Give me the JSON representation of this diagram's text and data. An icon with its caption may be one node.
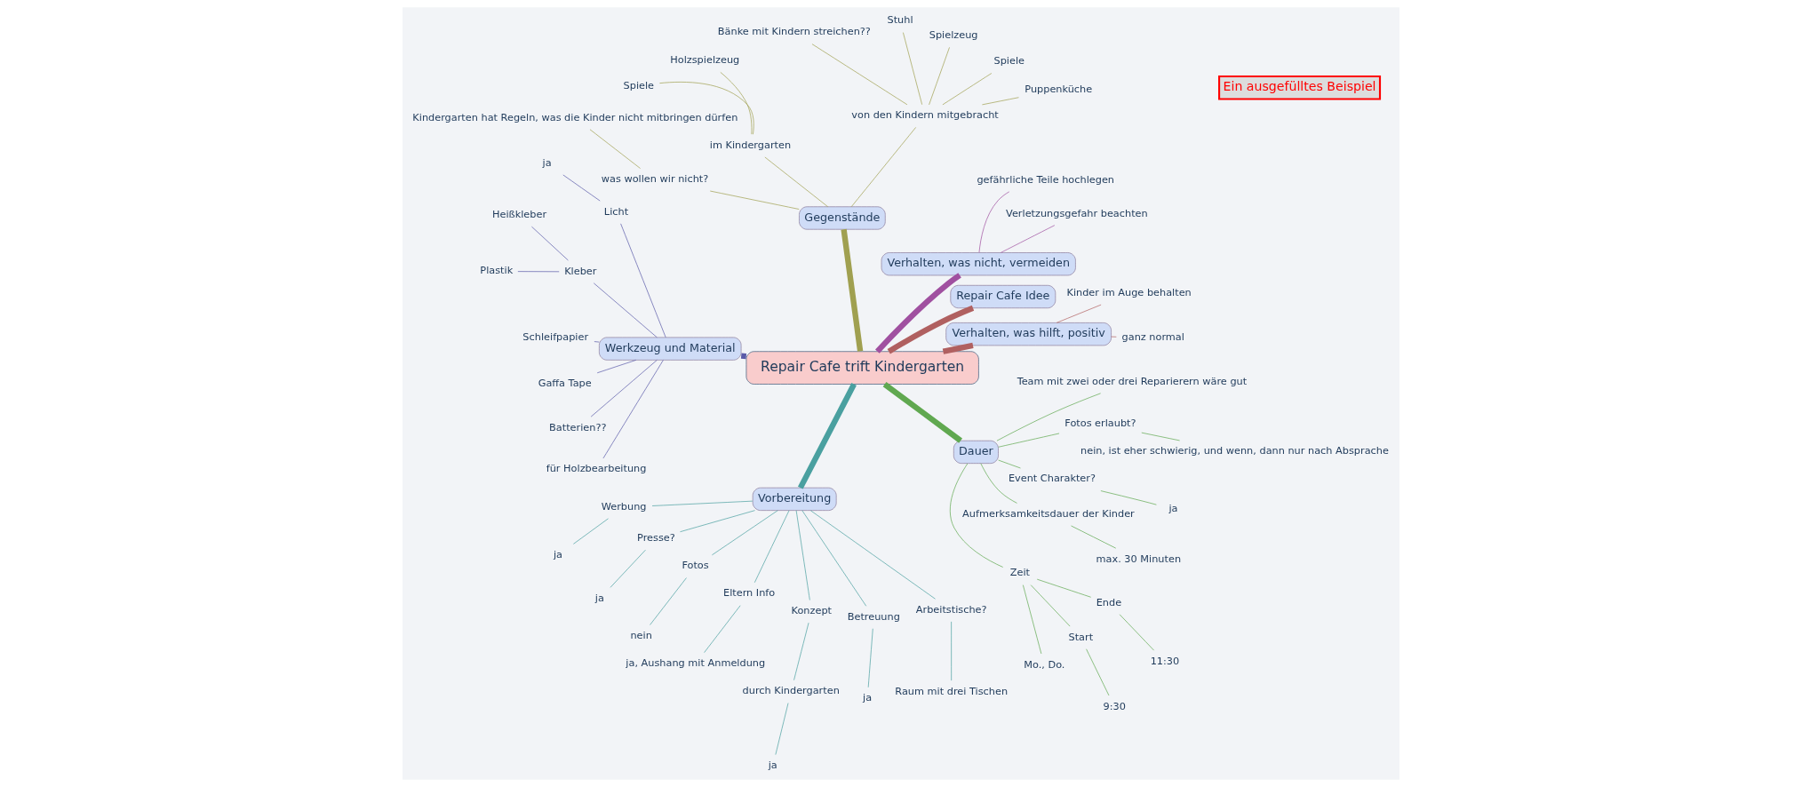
{
  "diagram": {
    "nodes": [
      {
        "text": [
          "Repair Cafe trift Kindergarten"
        ]
      },
      {
        "text": [
          "Verhalten, was hilft, positiv"
        ]
      },
      {
        "text": [
          "ganz normal"
        ]
      },
      {
        "text": [
          "Kinder im Auge behalten"
        ]
      },
      {
        "text": [
          "Repair Cafe Idee"
        ]
      },
      {
        "text": [
          "Verhalten, was nicht, vermeiden"
        ]
      },
      {
        "text": [
          "Verletzungsgefahr beachten"
        ]
      },
      {
        "text": [
          "gefährliche Teile hochlegen"
        ]
      },
      {
        "text": [
          "Gegenstände"
        ]
      },
      {
        "text": [
          "von den Kindern mitgebracht"
        ]
      },
      {
        "text": [
          "Puppenküche"
        ]
      },
      {
        "text": [
          "Spiele"
        ]
      },
      {
        "text": [
          "Spielzeug"
        ]
      },
      {
        "text": [
          "Stuhl"
        ]
      },
      {
        "text": [
          "Bänke mit Kindern streichen??"
        ]
      },
      {
        "text": [
          "im Kindergarten"
        ]
      },
      {
        "text": [
          "Holzspielzeug"
        ]
      },
      {
        "text": [
          "Spiele"
        ]
      },
      {
        "text": [
          "was wollen wir nicht?"
        ]
      },
      {
        "text": [
          "Kindergarten hat Regeln, was die Kinder nicht mitbringen dürfen"
        ]
      },
      {
        "text": [
          "Werkzeug und Material"
        ]
      },
      {
        "text": [
          "Licht"
        ]
      },
      {
        "text": [
          "ja"
        ]
      },
      {
        "text": [
          "Kleber"
        ]
      },
      {
        "text": [
          "Heißkleber"
        ]
      },
      {
        "text": [
          "Plastik"
        ]
      },
      {
        "text": [
          "Schleifpapier"
        ]
      },
      {
        "text": [
          "Gaffa Tape"
        ]
      },
      {
        "text": [
          "Batterien??"
        ]
      },
      {
        "text": [
          "für Holzbearbeitung"
        ]
      },
      {
        "text": [
          "Vorbereitung"
        ]
      },
      {
        "text": [
          "Werbung"
        ]
      },
      {
        "text": [
          "ja"
        ]
      },
      {
        "text": [
          "Presse?"
        ]
      },
      {
        "text": [
          "ja"
        ]
      },
      {
        "text": [
          "Fotos"
        ]
      },
      {
        "text": [
          "nein"
        ]
      },
      {
        "text": [
          "Eltern Info"
        ]
      },
      {
        "text": [
          "ja, Aushang mit Anmeldung"
        ]
      },
      {
        "text": [
          "Konzept"
        ]
      },
      {
        "text": [
          "durch Kindergarten"
        ]
      },
      {
        "text": [
          "ja"
        ]
      },
      {
        "text": [
          "Betreuung"
        ]
      },
      {
        "text": [
          "ja"
        ]
      },
      {
        "text": [
          "Arbeitstische?"
        ]
      },
      {
        "text": [
          "Raum mit drei Tischen"
        ]
      },
      {
        "text": [
          "Dauer"
        ]
      },
      {
        "text": [
          "Zeit"
        ]
      },
      {
        "text": [
          "Mo., Do."
        ]
      },
      {
        "text": [
          "Start"
        ]
      },
      {
        "text": [
          "9:30"
        ]
      },
      {
        "text": [
          "Ende"
        ]
      },
      {
        "text": [
          "11:30"
        ]
      },
      {
        "text": [
          "Aufmerksamkeitsdauer der Kinder"
        ]
      },
      {
        "text": [
          "max. 30 Minuten"
        ]
      },
      {
        "text": [
          "Event Charakter?"
        ]
      },
      {
        "text": [
          "ja"
        ]
      },
      {
        "text": [
          "Fotos erlaubt?"
        ]
      },
      {
        "text": [
          "nein, ist eher schwierig, und wenn, dann nur nach Absprache"
        ]
      },
      {
        "text": [
          "Team mit zwei oder drei Reparierern wäre gut"
        ]
      }
    ],
    "edges": [
      {
        "from": 0,
        "to": 1,
        "arrow": "none",
        "style": "thick",
        "color": "#b06060"
      },
      {
        "from": 1,
        "to": 2,
        "arrow": "none",
        "color": "#b06060"
      },
      {
        "from": 1,
        "to": 3,
        "arrow": "none",
        "color": "#b06060"
      },
      {
        "from": 0,
        "to": 4,
        "arrow": "none",
        "style": "thick",
        "color": "#b06060"
      },
      {
        "from": 0,
        "to": 5,
        "arrow": "none",
        "style": "thick",
        "color": "#a050a0"
      },
      {
        "from": 5,
        "to": 6,
        "arrow": "none",
        "color": "#a050a0"
      },
      {
        "from": 5,
        "to": 7,
        "arrow": "none",
        "color": "#a050a0"
      },
      {
        "from": 0,
        "to": 8,
        "arrow": "none",
        "style": "thick",
        "color": "#a0a050"
      },
      {
        "from": 8,
        "to": 9,
        "arrow": "none",
        "color": "#a0a050"
      },
      {
        "from": 9,
        "to": 10,
        "arrow": "none",
        "color": "#a0a050"
      },
      {
        "from": 9,
        "to": 11,
        "arrow": "none",
        "color": "#a0a050"
      },
      {
        "from": 9,
        "to": 12,
        "arrow": "none",
        "color": "#a0a050"
      },
      {
        "from": 9,
        "to": 13,
        "arrow": "none",
        "color": "#a0a050"
      },
      {
        "from": 9,
        "to": 14,
        "arrow": "none",
        "color": "#a0a050"
      },
      {
        "from": 8,
        "to": 15,
        "arrow": "none",
        "color": "#a0a050"
      },
      {
        "from": 15,
        "to": 16,
        "arrow": "none",
        "color": "#a0a050"
      },
      {
        "from": 15,
        "to": 17,
        "arrow": "none",
        "color": "#a0a050"
      },
      {
        "from": 8,
        "to": 18,
        "arrow": "none",
        "color": "#a0a050"
      },
      {
        "from": 18,
        "to": 19,
        "arrow": "none",
        "color": "#a0a050"
      },
      {
        "from": 0,
        "to": 20,
        "arrow": "none",
        "style": "thick",
        "color": "#5a5aa8"
      },
      {
        "from": 20,
        "to": 21,
        "arrow": "none",
        "color": "#5a5aa8"
      },
      {
        "from": 21,
        "to": 22,
        "arrow": "none",
        "color": "#5a5aa8"
      },
      {
        "from": 20,
        "to": 23,
        "arrow": "none",
        "color": "#5a5aa8"
      },
      {
        "from": 23,
        "to": 24,
        "arrow": "none",
        "color": "#5a5aa8"
      },
      {
        "from": 23,
        "to": 25,
        "arrow": "none",
        "color": "#5a5aa8"
      },
      {
        "from": 20,
        "to": 26,
        "arrow": "none",
        "color": "#5a5aa8"
      },
      {
        "from": 20,
        "to": 27,
        "arrow": "none",
        "color": "#5a5aa8"
      },
      {
        "from": 20,
        "to": 28,
        "arrow": "none",
        "color": "#5a5aa8"
      },
      {
        "from": 20,
        "to": 29,
        "arrow": "none",
        "color": "#5a5aa8"
      },
      {
        "from": 0,
        "to": 30,
        "arrow": "none",
        "style": "thick",
        "color": "#4aa0a0"
      },
      {
        "from": 30,
        "to": 31,
        "arrow": "none",
        "color": "#4aa0a0"
      },
      {
        "from": 31,
        "to": 32,
        "arrow": "none",
        "color": "#4aa0a0"
      },
      {
        "from": 30,
        "to": 33,
        "arrow": "none",
        "color": "#4aa0a0"
      },
      {
        "from": 33,
        "to": 34,
        "arrow": "none",
        "color": "#4aa0a0"
      },
      {
        "from": 30,
        "to": 35,
        "arrow": "none",
        "color": "#4aa0a0"
      },
      {
        "from": 35,
        "to": 36,
        "arrow": "none",
        "color": "#4aa0a0"
      },
      {
        "from": 30,
        "to": 37,
        "arrow": "none",
        "color": "#4aa0a0"
      },
      {
        "from": 37,
        "to": 38,
        "arrow": "none",
        "color": "#4aa0a0"
      },
      {
        "from": 30,
        "to": 39,
        "arrow": "none",
        "color": "#4aa0a0"
      },
      {
        "from": 39,
        "to": 40,
        "arrow": "none",
        "color": "#4aa0a0"
      },
      {
        "from": 40,
        "to": 41,
        "arrow": "none",
        "color": "#4aa0a0"
      },
      {
        "from": 30,
        "to": 42,
        "arrow": "none",
        "color": "#4aa0a0"
      },
      {
        "from": 42,
        "to": 43,
        "arrow": "none",
        "color": "#4aa0a0"
      },
      {
        "from": 30,
        "to": 44,
        "arrow": "none",
        "color": "#4aa0a0"
      },
      {
        "from": 44,
        "to": 45,
        "arrow": "none",
        "color": "#4aa0a0"
      },
      {
        "from": 0,
        "to": 46,
        "arrow": "none",
        "style": "thick",
        "color": "#60a850"
      },
      {
        "from": 46,
        "to": 47,
        "arrow": "none",
        "color": "#60a850"
      },
      {
        "from": 47,
        "to": 48,
        "arrow": "none",
        "color": "#60a850"
      },
      {
        "from": 47,
        "to": 49,
        "arrow": "none",
        "color": "#60a850"
      },
      {
        "from": 49,
        "to": 50,
        "arrow": "none",
        "color": "#60a850"
      },
      {
        "from": 47,
        "to": 51,
        "arrow": "none",
        "color": "#60a850"
      },
      {
        "from": 51,
        "to": 52,
        "arrow": "none",
        "color": "#60a850"
      },
      {
        "from": 46,
        "to": 53,
        "arrow": "none",
        "color": "#60a850"
      },
      {
        "from": 53,
        "to": 54,
        "arrow": "none",
        "color": "#60a850"
      },
      {
        "from": 46,
        "to": 55,
        "arrow": "none",
        "color": "#60a850"
      },
      {
        "from": 55,
        "to": 56,
        "arrow": "none",
        "color": "#60a850"
      },
      {
        "from": 46,
        "to": 57,
        "arrow": "none",
        "color": "#60a850"
      },
      {
        "from": 57,
        "to": 58,
        "arrow": "none",
        "color": "#60a850"
      },
      {
        "from": 46,
        "to": 59,
        "arrow": "none",
        "color": "#60a850"
      }
    ],
    "labels": [
      "Ein ausgefülltes Beispiel"
    ]
  }
}
